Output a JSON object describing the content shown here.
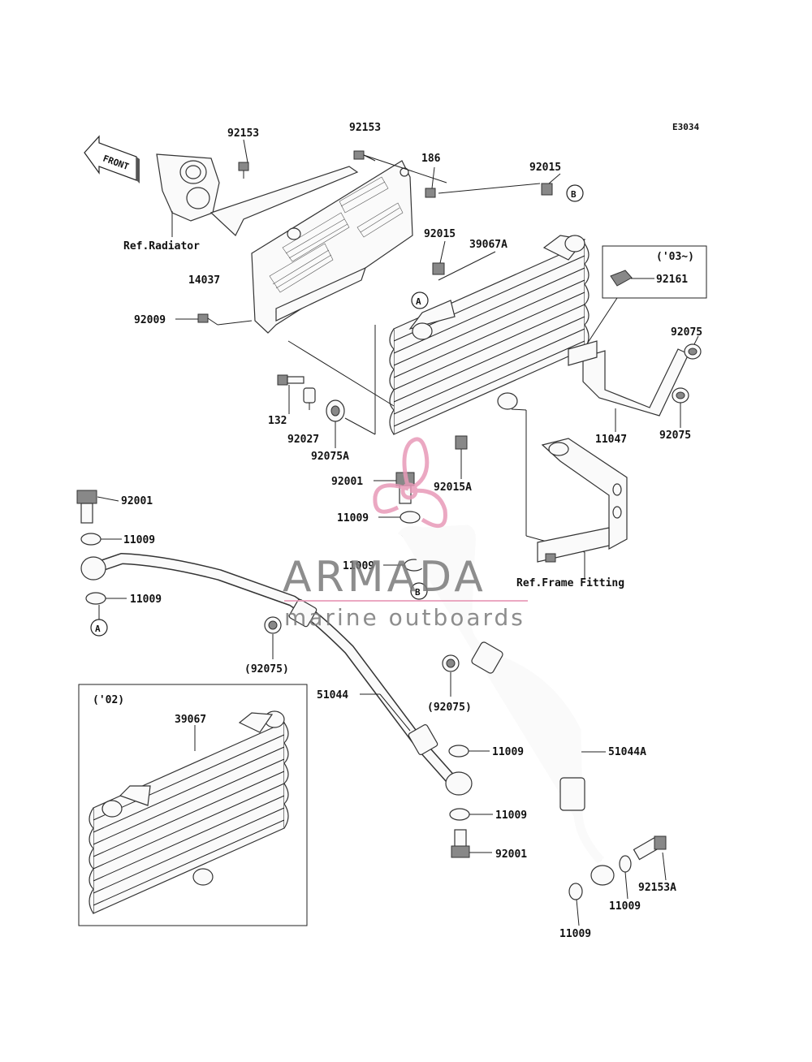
{
  "diagram": {
    "code": "E3034",
    "front_label": "FRONT",
    "ref_radiator": "Ref.Radiator",
    "ref_frame": "Ref.Frame Fitting",
    "variant_03": "('03~)",
    "variant_02": "('02)",
    "callout_a": "A",
    "callout_b": "B",
    "labels": {
      "p92153_a": "92153",
      "p92153_b": "92153",
      "p186": "186",
      "p92015_a": "92015",
      "p92015_b": "92015",
      "p39067a": "39067A",
      "p14037": "14037",
      "p92009": "92009",
      "p92161": "92161",
      "p92075_a": "92075",
      "p92075_b": "92075",
      "p11047": "11047",
      "p132": "132",
      "p92027": "92027",
      "p92075a": "92075A",
      "p92001_a": "92001",
      "p92015a": "92015A",
      "p92001_b": "92001",
      "p11009_a": "11009",
      "p11009_b": "11009",
      "p11009_c": "11009",
      "p11009_d": "11009",
      "p92075_c": "(92075)",
      "p51044": "51044",
      "p92075_d": "(92075)",
      "p11009_e": "11009",
      "p11009_f": "11009",
      "p92001_c": "92001",
      "p51044a": "51044A",
      "p92153a": "92153A",
      "p11009_g": "11009",
      "p11009_h": "11009",
      "p39067": "39067"
    }
  },
  "watermark": {
    "brand": "ARMADA",
    "tagline": "marine outboards",
    "accent_color": "#e89ab8"
  }
}
